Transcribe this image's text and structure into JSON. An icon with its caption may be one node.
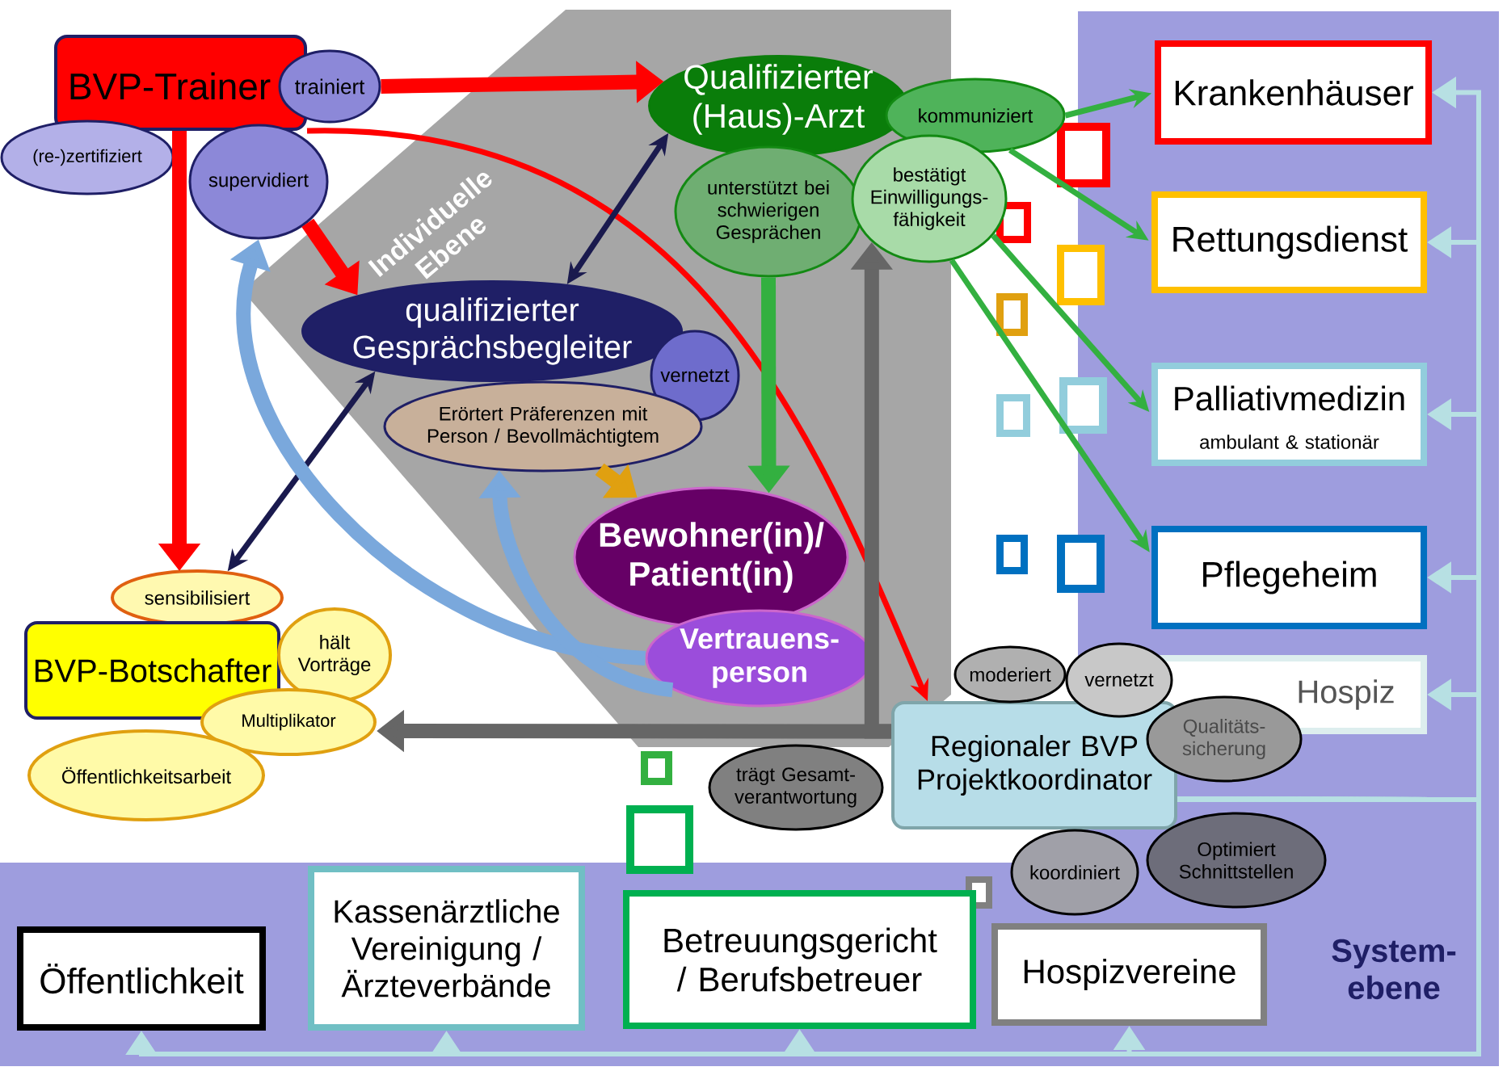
{
  "diagram": {
    "nodes": [
      {
        "text": [
          "BVP-Trainer"
        ]
      },
      {
        "text": [
          "trainiert"
        ]
      },
      {
        "text": [
          "(re-)zertifiziert"
        ]
      },
      {
        "text": [
          "supervidiert"
        ]
      },
      {
        "text": [
          "Qualifizierter (Haus)-Arzt"
        ]
      },
      {
        "text": [
          "kommuniziert"
        ]
      },
      {
        "text": [
          "unterstützt bei schwierigen Gesprächen"
        ]
      },
      {
        "text": [
          "bestätigt Einwilligungs- fähigkeit"
        ]
      },
      {
        "text": [
          "qualifizierter Gesprächsbegleiter"
        ]
      },
      {
        "text": [
          "vernetzt"
        ]
      },
      {
        "text": [
          "Erörtert Präferenzen mit Person / Bevollmächtigtem"
        ]
      },
      {
        "text": [
          "Bewohner(in)/ Patient(in)"
        ]
      },
      {
        "text": [
          "Vertrauens- person"
        ]
      },
      {
        "text": [
          "sensibilisiert"
        ]
      },
      {
        "text": [
          "BVP-Botschafter"
        ]
      },
      {
        "text": [
          "hält Vorträge"
        ]
      },
      {
        "text": [
          "Multiplikator"
        ]
      },
      {
        "text": [
          "Öffentlichkeitsarbeit"
        ]
      },
      {
        "text": [
          "Öffentlichkeit"
        ]
      },
      {
        "text": [
          "Kassenärztliche Vereinigung / Ärzteverbände"
        ]
      },
      {
        "text": [
          "Betreuungsgericht / Berufsbetreuer"
        ]
      },
      {
        "text": [
          "Hospizvereine"
        ]
      },
      {
        "text": [
          "Krankenhäuser"
        ]
      },
      {
        "text": [
          "Rettungsdienst"
        ]
      },
      {
        "text": [
          "Palliativmedizin",
          "ambulant & stationär"
        ]
      },
      {
        "text": [
          "Pflegeheim"
        ]
      },
      {
        "text": [
          "Hospiz"
        ]
      },
      {
        "text": [
          "Regionaler BVP Projektkoordinator"
        ]
      },
      {
        "text": [
          "moderiert"
        ]
      },
      {
        "text": [
          "vernetzt"
        ]
      },
      {
        "text": [
          "Qualitäts- sicherung"
        ]
      },
      {
        "text": [
          "koordiniert"
        ]
      },
      {
        "text": [
          "Optimiert Schnittstellen"
        ]
      },
      {
        "text": [
          "trägt Gesamt- verantwortung"
        ]
      },
      {
        "text": [],
        "shape": "box"
      },
      {
        "text": [],
        "shape": "box"
      },
      {
        "text": [],
        "shape": "box"
      },
      {
        "text": [],
        "shape": "box"
      },
      {
        "text": [],
        "shape": "box"
      },
      {
        "text": [],
        "shape": "box"
      },
      {
        "text": [],
        "shape": "box"
      },
      {
        "text": [],
        "shape": "box"
      },
      {
        "text": [],
        "shape": "box"
      },
      {
        "text": [],
        "shape": "box"
      },
      {
        "text": [],
        "shape": "box"
      }
    ],
    "edges": [
      {
        "from": 1,
        "to": 4,
        "arrow": "to",
        "style": "thick",
        "color": "#ff0000"
      },
      {
        "from": 3,
        "to": 8,
        "arrow": "to",
        "style": "thick",
        "color": "#ff0000"
      },
      {
        "from": 0,
        "to": 13,
        "arrow": "to",
        "style": "thick",
        "color": "#ff0000"
      },
      {
        "from": 0,
        "to": 27,
        "arrow": "to",
        "color": "#ff0000"
      },
      {
        "from": 8,
        "to": 4,
        "arrow": "both",
        "color": "#1a1a4e"
      },
      {
        "from": 8,
        "to": 13,
        "arrow": "both",
        "color": "#1a1a4e"
      },
      {
        "from": 6,
        "to": 11,
        "arrow": "to",
        "style": "thick",
        "color": "#33b040"
      },
      {
        "from": 27,
        "to": 7,
        "arrow": "to",
        "style": "thick",
        "color": "#666666"
      },
      {
        "from": 27,
        "to": 16,
        "arrow": "to",
        "style": "thick",
        "color": "#666666"
      },
      {
        "from": 10,
        "to": 11,
        "arrow": "to",
        "style": "thick",
        "color": "#e0a010"
      },
      {
        "from": 5,
        "to": 22,
        "arrow": "to",
        "color": "#33b040"
      },
      {
        "from": 5,
        "to": 23,
        "arrow": "to",
        "color": "#33b040"
      },
      {
        "from": 7,
        "to": 24,
        "arrow": "to",
        "color": "#33b040"
      },
      {
        "from": 7,
        "to": 25,
        "arrow": "to",
        "color": "#33b040"
      },
      {
        "from": 12,
        "to": 3,
        "arrow": "to",
        "style": "thick",
        "color": "#7aa8dc"
      },
      {
        "from": 12,
        "to": 10,
        "arrow": "to",
        "style": "thick",
        "color": "#7aa8dc"
      },
      {
        "from": 27,
        "to": 22,
        "arrow": "to",
        "color": "#b7e0e3"
      },
      {
        "from": 27,
        "to": 23,
        "arrow": "to",
        "color": "#b7e0e3"
      },
      {
        "from": 27,
        "to": 24,
        "arrow": "to",
        "color": "#b7e0e3"
      },
      {
        "from": 27,
        "to": 25,
        "arrow": "to",
        "color": "#b7e0e3"
      },
      {
        "from": 27,
        "to": 26,
        "arrow": "to",
        "color": "#b7e0e3"
      },
      {
        "from": 27,
        "to": 18,
        "arrow": "to",
        "color": "#b7e0e3"
      },
      {
        "from": 27,
        "to": 19,
        "arrow": "to",
        "color": "#b7e0e3"
      },
      {
        "from": 27,
        "to": 20,
        "arrow": "to",
        "color": "#b7e0e3"
      },
      {
        "from": 27,
        "to": 21,
        "arrow": "to",
        "color": "#b7e0e3"
      }
    ],
    "labels": [
      "Individuelle Ebene",
      "System- ebene"
    ]
  }
}
